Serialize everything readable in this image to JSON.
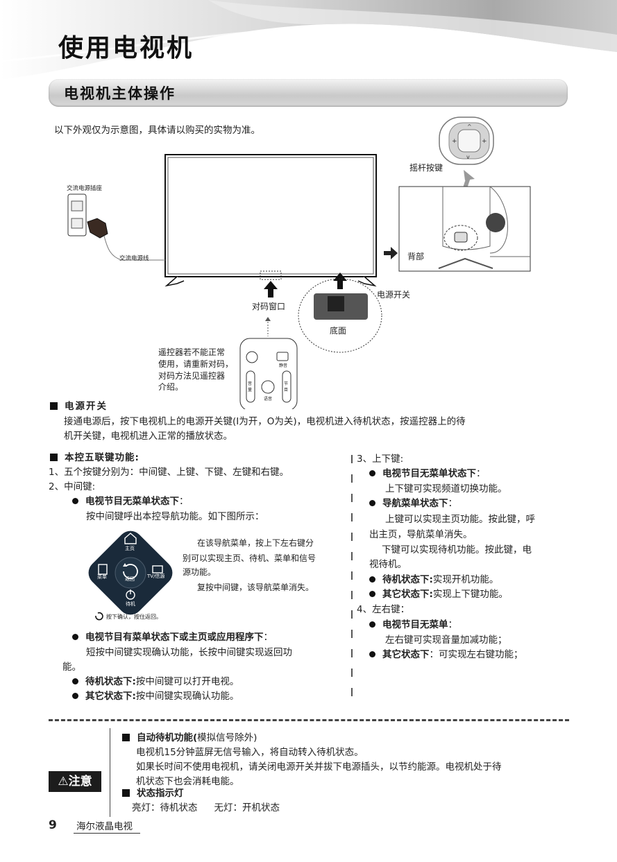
{
  "page_title": "使用电视机",
  "section_title": "电视机主体操作",
  "intro": "以下外观仅为示意图，具体请以购买的实物为准。",
  "diagram": {
    "joystick_label": "摇杆按键",
    "back_label": "背部",
    "outlet_label": "交流电源插座",
    "cord_label": "交流电源线",
    "power_switch_label": "电源开关",
    "ir_window_label": "对码窗口",
    "bottom_label": "底面",
    "remote_note": [
      "遥控器若不能正常",
      "使用，请重新对码，",
      "对码方法见遥控器",
      "介绍。"
    ],
    "remote_mute": "静音",
    "remote_vol": "音量",
    "remote_voice": "语音",
    "remote_ch": "节目"
  },
  "power": {
    "heading": "电源开关",
    "text_line1": "接通电源后，按下电视机上的电源开关键(I为开，O为关)，电视机进入待机状态，按遥控器上的待",
    "text_line2": "机开关键，电视机进入正常的播放状态。"
  },
  "left_col": {
    "heading": "本控五联键功能:",
    "item1": "1、五个按键分别为：中间键、上键、下键、左键和右键。",
    "item2": "2、中间键:",
    "b1_title": "电视节目无菜单状态下",
    "b1_colon": "：",
    "b1_text": "按中间键呼出本控导航功能。如下图所示：",
    "nav_home": "主页",
    "nav_menu": "菜单",
    "nav_back": "返回",
    "nav_source": "TV/信源",
    "nav_standby": "待机",
    "nav_hint": "按下确认，按住返回。",
    "nav_desc": [
      "在该导航菜单，按上下左右键分",
      "别可以实现主页、待机、菜单和信号",
      "源功能。",
      "复按中间键，该导航菜单消失。"
    ],
    "b2_title": "电视节目有菜单状态下或主页或应用程序下",
    "b2_colon": "：",
    "b2_line1": "短按中间键实现确认功能，长按中间键实现返回功",
    "b2_line2": "能。",
    "b3_title": "待机状态下:",
    "b3_text": "按中间键可以打开电视。",
    "b4_title": "其它状态下:",
    "b4_text": "按中间键实现确认功能。"
  },
  "right_col": {
    "item3": "3、上下键:",
    "r1_title": "电视节目无菜单状态下",
    "r1_colon": "：",
    "r1_text": "上下键可实现频道切换功能。",
    "r2_title": "导航菜单状态下",
    "r2_colon": "：",
    "r2_line1": "上键可以实现主页功能。按此键，呼",
    "r2_line2": "出主页，导航菜单消失。",
    "r2_line3": "下键可以实现待机功能。按此键，电",
    "r2_line4": "视待机。",
    "r3_title": "待机状态下:",
    "r3_text": "实现开机功能。",
    "r4_title": "其它状态下:",
    "r4_text": "实现上下键功能。",
    "item4": "4、左右键：",
    "r5_title": "电视节目无菜单",
    "r5_colon": "：",
    "r5_text": "左右键可实现音量加减功能；",
    "r6_title": "其它状态下",
    "r6_text": "：可实现左右键功能；"
  },
  "notice": {
    "badge": "注意",
    "h1": "自动待机功能(",
    "h1_suffix": "模拟信号除外)",
    "p1": "电视机15分钟蓝屏无信号输入，将自动转入待机状态。",
    "p2_line1": "如果长时间不使用电视机，请关闭电源开关并拔下电源插头，以节约能源。电视机处于待",
    "p2_line2": "机状态下也会消耗电能。",
    "h2": "状态指示灯",
    "p3_a": "亮灯：待机状态",
    "p3_b": "无灯：开机状态"
  },
  "footer": {
    "page_number": "9",
    "brand": "海尔液晶电视"
  }
}
